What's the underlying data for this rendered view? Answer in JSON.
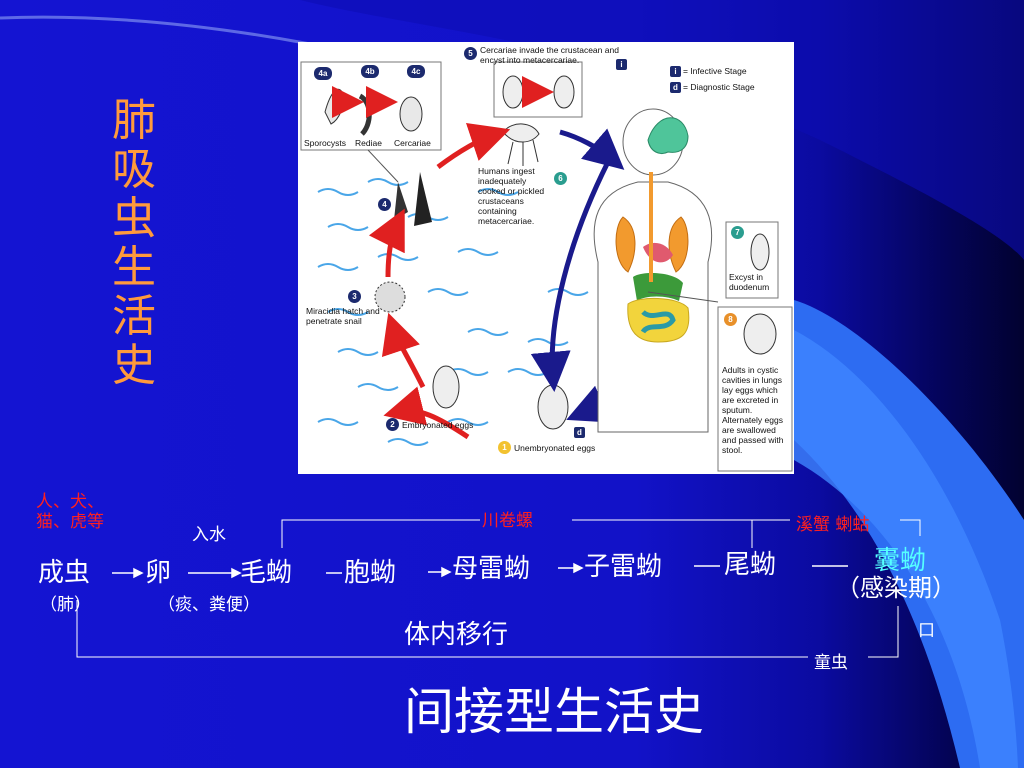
{
  "slide": {
    "vertical_title": [
      "肺",
      "吸",
      "虫",
      "生",
      "活",
      "史"
    ],
    "bottom_title": "间接型生活史",
    "colors": {
      "background": "#1414d2",
      "title": "#ff9a3c",
      "red_label": "#ff2020",
      "cyan_label": "#55ffff",
      "text": "#ffffff"
    }
  },
  "figure": {
    "legend": {
      "infective": "= Infective Stage",
      "diagnostic": "= Diagnostic Stage",
      "infective_symbol": "i",
      "diagnostic_symbol": "d"
    },
    "stage_labels": {
      "s1": {
        "num": "1",
        "text": "Unembryonated eggs"
      },
      "s2": {
        "num": "2",
        "text": "Embryonated eggs"
      },
      "s3": {
        "num": "3",
        "text": "Miracidia hatch and penetrate snail"
      },
      "s4": {
        "num": "4"
      },
      "s4a": {
        "num": "4a",
        "text": "Sporocysts"
      },
      "s4b": {
        "num": "4b",
        "text": "Rediae"
      },
      "s4c": {
        "num": "4c",
        "text": "Cercariae"
      },
      "s5": {
        "num": "5",
        "text": "Cercariae invade the crustacean and encyst into metacercariae."
      },
      "s6": {
        "num": "6",
        "text": "Humans ingest inadequately cooked or pickled crustaceans containing metacercariae."
      },
      "s7": {
        "num": "7",
        "text": "Excyst in duodenum"
      },
      "s8": {
        "num": "8",
        "text": "Adults in cystic cavities in lungs lay eggs which are excreted in sputum. Alternately eggs are swallowed and passed with stool."
      }
    }
  },
  "cycle": {
    "host_label": "人、犬、猫、虎等",
    "first_host_label": "川卷螺",
    "second_host_label": "溪蟹 蝲蛄",
    "water_label": "入水",
    "stages": [
      "成虫",
      "卵",
      "毛蚴",
      "胞蚴",
      "母雷蚴",
      "子雷蚴",
      "尾蚴",
      "囊蚴"
    ],
    "adult_location": "（肺）",
    "egg_location": "（痰、粪便）",
    "infective_period": "（感染期）",
    "mouth_label": "口",
    "juvenile_label": "童虫",
    "migration_label": "体内移行"
  }
}
